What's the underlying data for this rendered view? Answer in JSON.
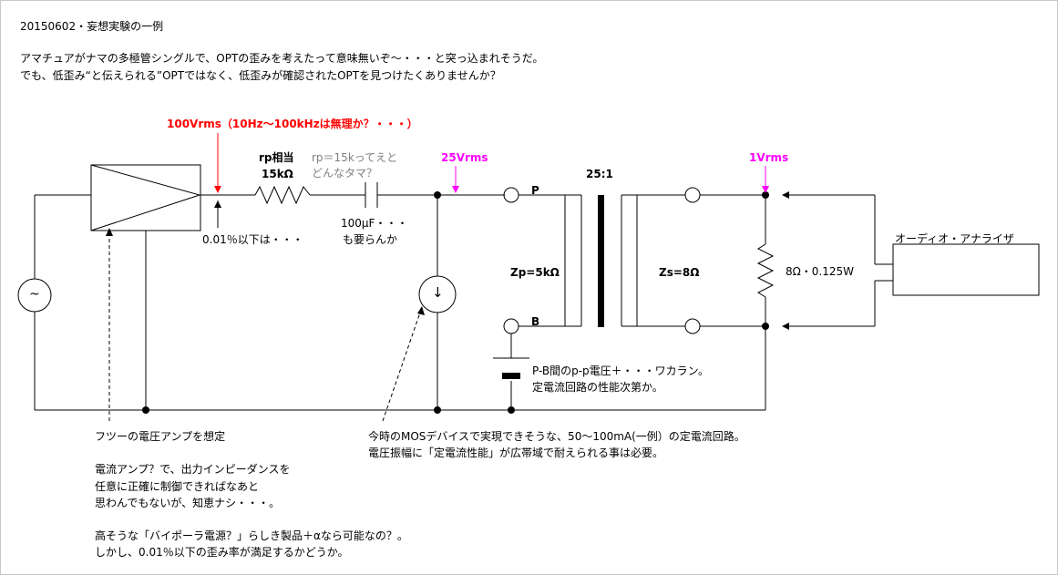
{
  "header": {
    "date_title": "20150602・妄想実験の一例",
    "intro_line1": "アマチュアがナマの多極管シングルで、OPTの歪みを考えたって意味無いぞ〜・・・と突っ込まれそうだ。",
    "intro_line2": "でも、低歪み“と伝えられる”OPTではなく、低歪みが確認されたOPTを見つけたくありませんか？"
  },
  "labels": {
    "source_level": "100Vrms（10Hz〜100kHzは無理か？・・・）",
    "rp_label": "rp相当",
    "rp_value": "15kΩ",
    "rp_note_1": "rp＝15kってえと",
    "rp_note_2": "どんなタマ？",
    "primary_level": "25Vrms",
    "turns_ratio": "25:1",
    "secondary_level": "1Vrms",
    "dist_note": "0.01％以下は・・・",
    "cap_note_1": "100μF・・・",
    "cap_note_2": "も要らんか",
    "terminal_p": "P",
    "terminal_b": "B",
    "zp": "Zp=5kΩ",
    "zs": "Zs=8Ω",
    "load": "8Ω・0.125W",
    "analyzer": "オーディオ・アナライザ",
    "pb_note_1": "P-B間のp-p電圧＋・・・ワカラン。",
    "pb_note_2": "定電流回路の性能次第か。",
    "amp_note": "フツーの電圧アンプを想定",
    "ccs_note_1": "今時のMOSデバイスで実現できそうな、50〜100mA(一例）の定電流回路。",
    "ccs_note_2": "電圧振幅に「定電流性能」が広帯域で耐えられる事は必要。",
    "footer_1": "電流アンプ？で、出力インピーダンスを",
    "footer_2": "任意に正確に制御できればなあと",
    "footer_3": "思わんでもないが、知恵ナシ・・・。",
    "footer_4": "高そうな「バイポーラ電源？」らしき製品＋αなら可能なの？。",
    "footer_5": "しかし、0.01％以下の歪み率が満足するかどうか。",
    "ac_symbol": "~",
    "ccs_arrow": "↓"
  },
  "colors": {
    "red": "#ff0000",
    "magenta": "#ff00ff",
    "line": "#000000",
    "gray": "#808080"
  }
}
